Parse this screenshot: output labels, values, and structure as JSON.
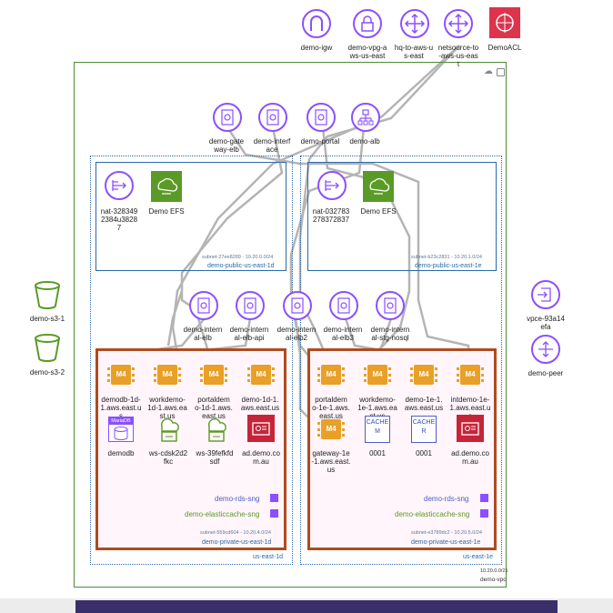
{
  "top_icons": [
    {
      "label": "demo-igw",
      "icon": "internet-gateway-icon"
    },
    {
      "label": "demo-vpg-a\nws-us-east",
      "icon": "vpn-gateway-icon"
    },
    {
      "label": "hq-to-aws-u\ns-east",
      "icon": "vpn-connection-icon"
    },
    {
      "label": "netsource-to\n-aws-us-eas\nt",
      "icon": "vpn-connection-icon"
    },
    {
      "label": "DemoACL",
      "icon": "network-acl-icon"
    }
  ],
  "elbs": [
    {
      "label": "demo-gate\nway-elb",
      "icon": "load-balancer-icon"
    },
    {
      "label": "demo-interf\nace",
      "icon": "load-balancer-icon"
    },
    {
      "label": "demo-portal",
      "icon": "load-balancer-icon"
    },
    {
      "label": "demo-alb",
      "icon": "application-load-balancer-icon"
    }
  ],
  "internal_elbs": [
    {
      "label": "demo-intern\nal-elb",
      "icon": "load-balancer-icon"
    },
    {
      "label": "demo-intern\nal-elb-api",
      "icon": "load-balancer-icon"
    },
    {
      "label": "demo-intern\nal-elb2",
      "icon": "load-balancer-icon"
    },
    {
      "label": "demo-intern\nal-elb3",
      "icon": "load-balancer-icon"
    },
    {
      "label": "demo-intern\nal-stg-nosql",
      "icon": "load-balancer-icon"
    }
  ],
  "public_1d": {
    "nat": "nat-328349\n2384u3828\n7",
    "efs": "Demo EFS",
    "subnet_id": "subnet-27ee8289 - 10.20.0.0/24",
    "name": "demo-public-us-east-1d"
  },
  "public_1e": {
    "nat": "nat-032783\n278372837",
    "efs": "Demo EFS",
    "subnet_id": "subnet-b23c2831 - 10.20.1.0/24",
    "name": "demo-public-us-east-1e"
  },
  "private_1d": {
    "instances": [
      {
        "chip": "M4",
        "label": "demodb-1d-\n1.aws.east.u\ns"
      },
      {
        "chip": "M4",
        "label": "workdemo-\n1d-1.aws.ea\nst.us"
      },
      {
        "chip": "M4",
        "label": "portaldem\no-1d-1.aws.\neast.us"
      },
      {
        "chip": "M4",
        "label": "demo-1d-1.\naws.east.us"
      }
    ],
    "row2": [
      {
        "label": "demodb",
        "badge": "MariaDB"
      },
      {
        "label": "ws-cdsk2d2\nfkc"
      },
      {
        "label": "ws-39fefkfd\nsdf"
      },
      {
        "label": "ad.demo.co\nm.au"
      }
    ],
    "rds_sng": "demo-rds-sng",
    "cache_sng": "demo-elasticcache-sng",
    "subnet_id": "subnet-559cd604 - 10.20.4.0/24",
    "name": "demo-private-us-east-1d"
  },
  "private_1e": {
    "instances": [
      {
        "chip": "M4",
        "label": "portaldem\no-1e-1.aws.\neast.us"
      },
      {
        "chip": "M4",
        "label": "workdemo-\n1e-1.aws.ea\nst.us"
      },
      {
        "chip": "M4",
        "label": "demo-1e-1.\naws.east.us"
      },
      {
        "chip": "M4",
        "label": "intdemo-1e-\n1.aws.east.u\ns"
      }
    ],
    "row2": [
      {
        "chip": "M4",
        "label": "gateway-1e\n-1.aws.east.\nus"
      },
      {
        "badge": "CACHE\nM",
        "label": "0001"
      },
      {
        "badge": "CACHE\nR",
        "label": "0001"
      },
      {
        "label": "ad.demo.co\nm.au"
      }
    ],
    "rds_sng": "demo-rds-sng",
    "cache_sng": "demo-elasticcache-sng",
    "subnet_id": "subnet-e3789dc2 - 10.20.5.0/24",
    "name": "demo-private-us-east-1e"
  },
  "az_1d": "us-east-1d",
  "az_1e": "us-east-1e",
  "vpc_cidr": "10.20.0.0/21",
  "vpc_name": "demo-vpc",
  "left_buckets": [
    "demo-s3-1",
    "demo-s3-2"
  ],
  "right_items": [
    {
      "label": "vpce-93a14\nefa",
      "icon": "vpc-endpoint-icon"
    },
    {
      "label": "demo-peer",
      "icon": "peering-icon"
    }
  ],
  "colors": {
    "purple": "#8c4fff",
    "orange_border": "#b04a1e",
    "vpc_border": "#4f8a3a",
    "subnet_blue": "#2a6aa8",
    "chip": "#e8a028",
    "s3_green": "#5a9a26",
    "acl_red": "#dd344c",
    "footer_bar": "#3b2f6b"
  }
}
